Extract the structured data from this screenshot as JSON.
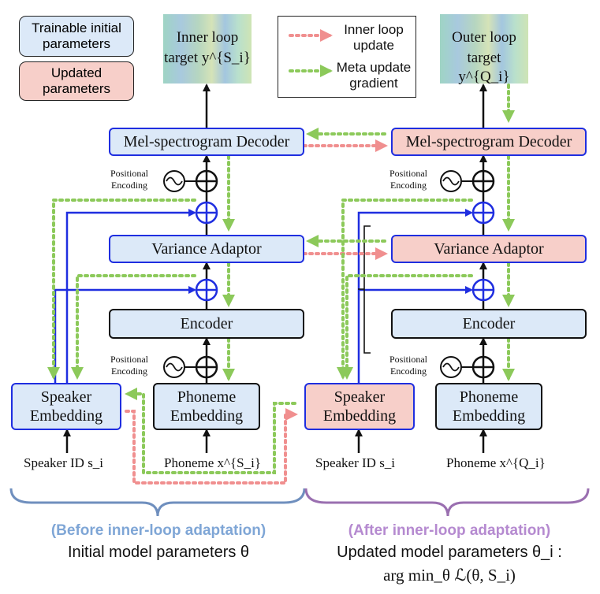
{
  "legend": {
    "trainable_label": "Trainable initial parameters",
    "updated_label": "Updated parameters",
    "inner_loop_update": "Inner loop update",
    "meta_update_gradient": "Meta update gradient"
  },
  "targets": {
    "inner_line1": "Inner loop",
    "inner_line2": "target y^{S_i}",
    "outer_line1": "Outer loop",
    "outer_line2": "target y^{Q_i}"
  },
  "modules": {
    "decoder": "Mel-spectrogram Decoder",
    "variance": "Variance Adaptor",
    "encoder": "Encoder",
    "speaker_line1": "Speaker",
    "speaker_line2": "Embedding",
    "phoneme_line1": "Phoneme",
    "phoneme_line2": "Embedding"
  },
  "positional_encoding": {
    "line1": "Positional",
    "line2": "Encoding"
  },
  "inputs": {
    "speaker_id_left": "Speaker ID s_i",
    "phoneme_left": "Phoneme x^{S_i}",
    "speaker_id_right": "Speaker ID s_i",
    "phoneme_right": "Phoneme x^{Q_i}"
  },
  "captions": {
    "before_title": "(Before inner-loop adaptation)",
    "before_text": "Initial model parameters θ",
    "after_title": "(After inner-loop adaptation)",
    "after_text": "Updated model parameters θ_i :",
    "after_formula": "arg min_θ ℒ(θ, S_i)"
  },
  "colors": {
    "blue_border": "#1f2ee0",
    "blue_fill": "#dce9f8",
    "pink_fill": "#f7cfc9",
    "pink_arrow": "#f08f8f",
    "green_arrow": "#8cc95a",
    "before_title": "#7fa6d6",
    "after_title": "#b58ad0",
    "left_brace": "#6f8fbe",
    "right_brace": "#9a6fb0"
  }
}
